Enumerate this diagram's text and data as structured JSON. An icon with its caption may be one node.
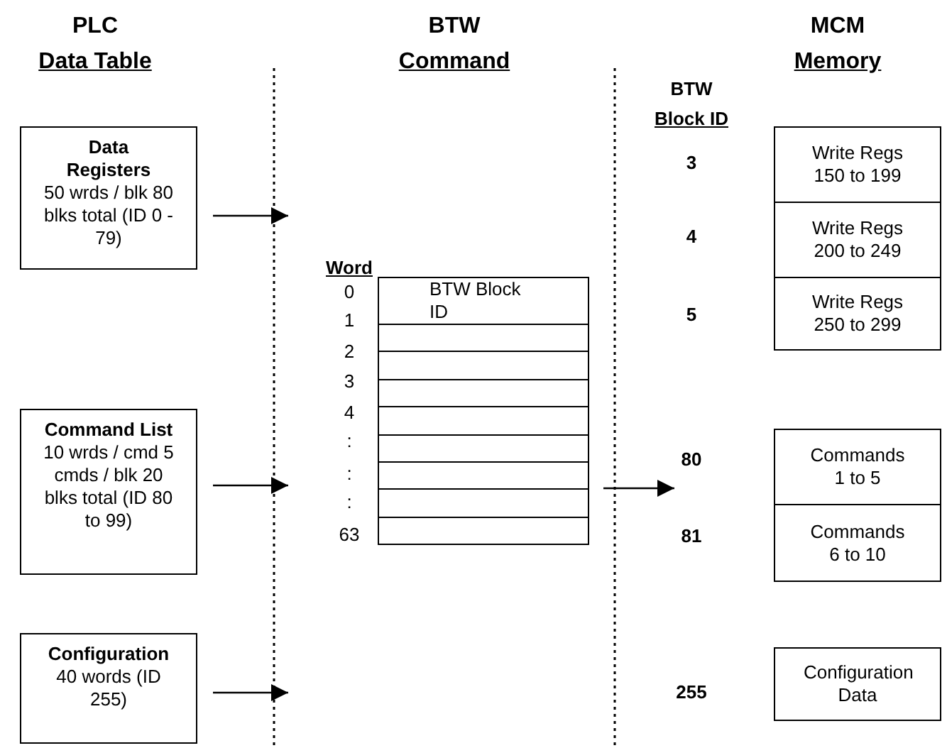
{
  "diagram": {
    "nodes": [
      {
        "text": [
          "Data Registers",
          "50 wrds / blk 80 blks total (ID 0 - 79)"
        ]
      },
      {
        "text": [
          "Command List",
          "10 wrds / cmd 5 cmds / blk 20 blks total (ID 80 to 99)"
        ]
      },
      {
        "text": [
          "Configuration",
          "40 words (ID 255)"
        ]
      },
      {
        "text": [
          "BTW Block ID"
        ]
      },
      {
        "text": [
          "Write Regs 150 to 199"
        ]
      },
      {
        "text": [
          "Write Regs 200 to 249"
        ]
      },
      {
        "text": [
          "Write Regs 250 to 299"
        ]
      },
      {
        "text": [
          "Commands 1 to 5"
        ]
      },
      {
        "text": [
          "Commands 6 to 10"
        ]
      },
      {
        "text": [
          "Configuration Data"
        ]
      },
      {
        "text": [
          "80"
        ]
      }
    ],
    "edges": [
      {
        "from": 0,
        "to": null,
        "arrow": "to"
      },
      {
        "from": 1,
        "to": null,
        "arrow": "to"
      },
      {
        "from": 2,
        "to": null,
        "arrow": "to"
      },
      {
        "from": 3,
        "to": 10,
        "arrow": "to"
      }
    ],
    "labels": [
      "PLC",
      "Data Table",
      "BTW",
      "Command",
      "MCM",
      "Memory",
      "BTW",
      "Block ID",
      "3",
      "4",
      "Word",
      "0",
      "5",
      "1",
      "2",
      "3",
      "4",
      ":",
      ":",
      ":",
      "63",
      "81",
      "255"
    ]
  }
}
